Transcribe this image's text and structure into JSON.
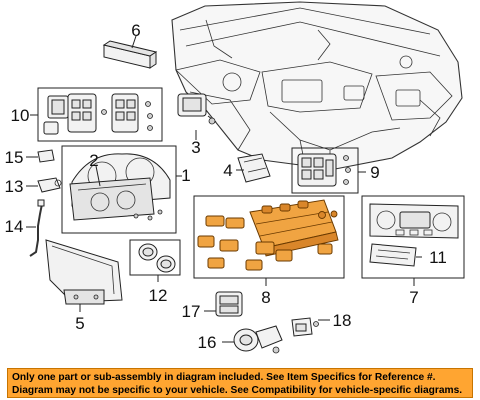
{
  "callouts": {
    "c1": "1",
    "c2": "2",
    "c3": "3",
    "c4": "4",
    "c5": "5",
    "c6": "6",
    "c7": "7",
    "c8": "8",
    "c9": "9",
    "c10": "10",
    "c11": "11",
    "c12": "12",
    "c13": "13",
    "c14": "14",
    "c15": "15",
    "c16": "16",
    "c17": "17",
    "c18": "18"
  },
  "colors": {
    "highlight": "#f0a442",
    "disclaimer_bg": "#ffa531"
  },
  "disclaimer": {
    "line1": "Only one part or sub-assembly in diagram included. See Item Specifics for Reference #.",
    "line2": "Diagram may not be specific to your vehicle. See Compatibility for vehicle-specific diagrams."
  }
}
